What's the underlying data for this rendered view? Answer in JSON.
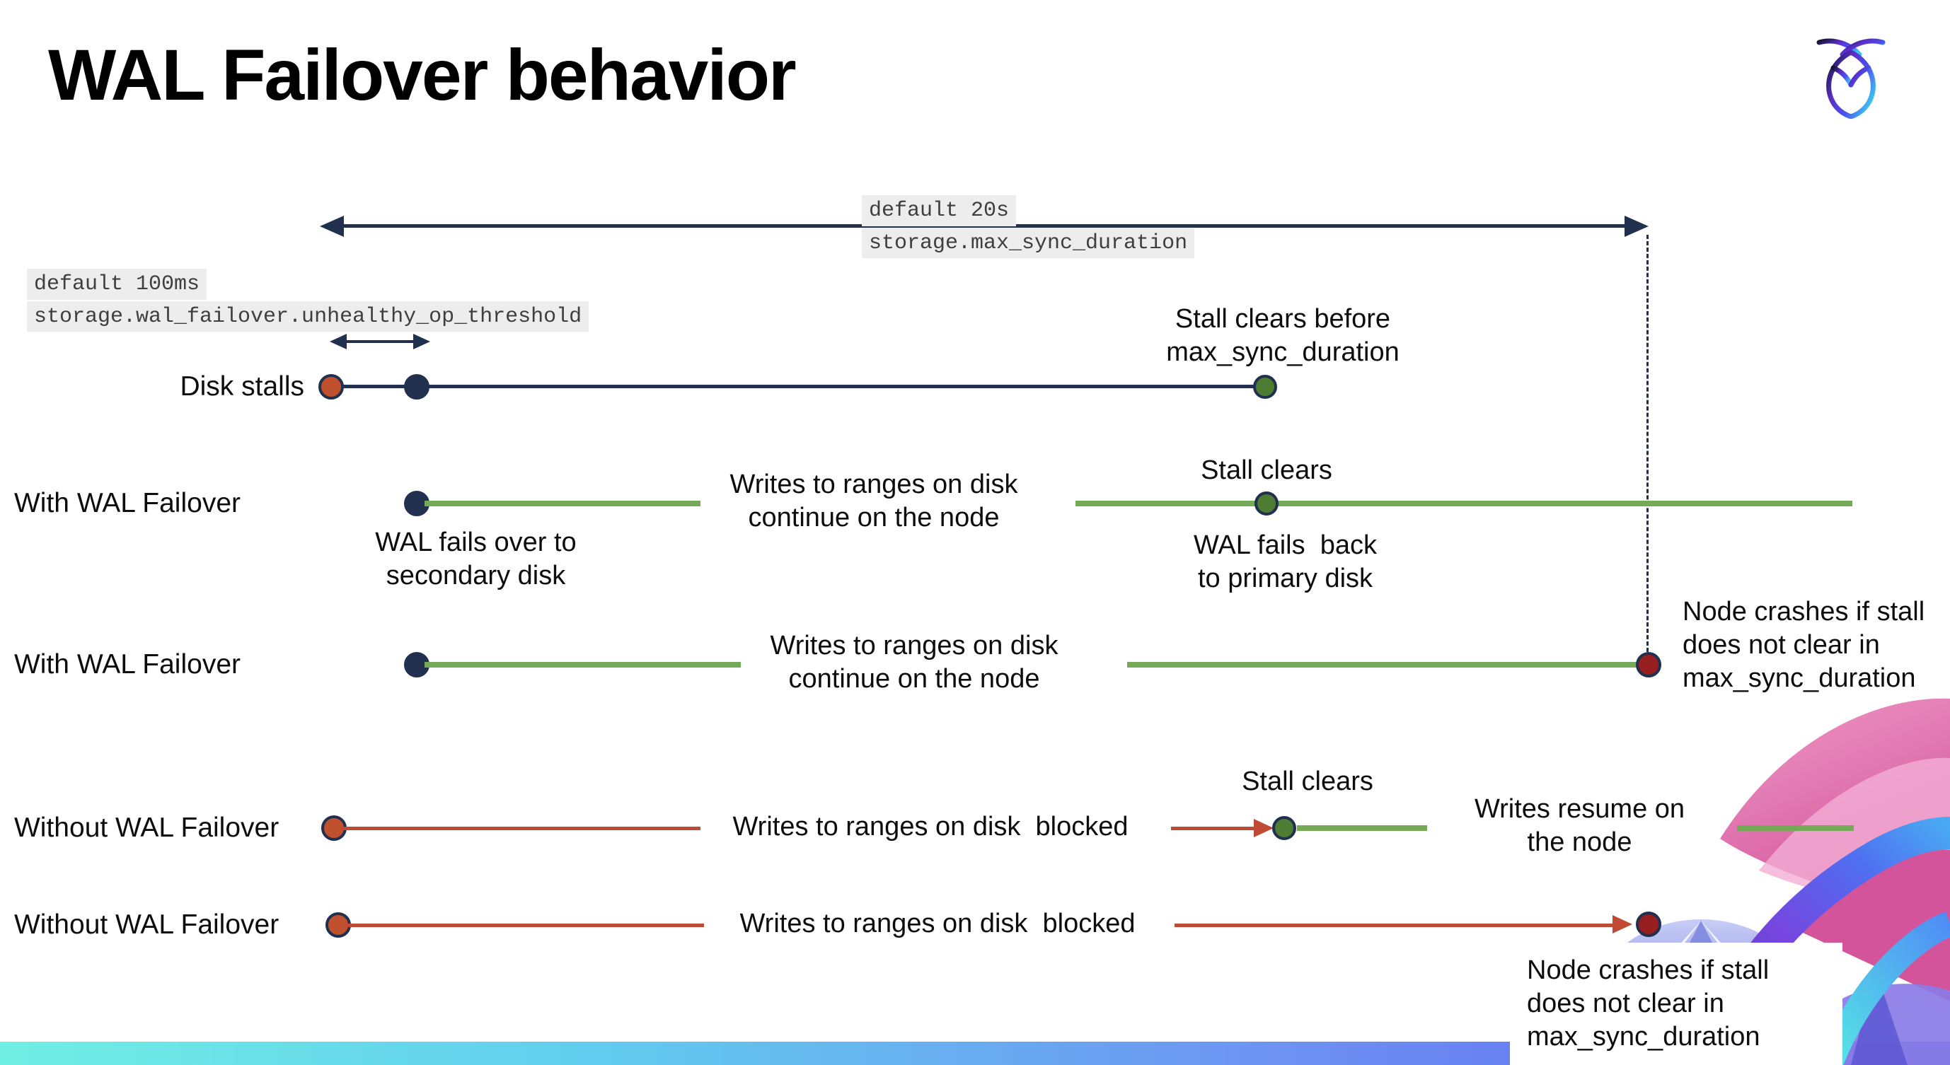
{
  "page": {
    "title": "WAL Failover behavior"
  },
  "icons": {
    "logo": "cockroachdb-mark",
    "artwork": "cockroach-abstract-art"
  },
  "colors": {
    "navy": "#20304e",
    "green_line": "#74a957",
    "green_dot": "#4e7c33",
    "red_line": "#c04a33",
    "red_dot": "#c0512f",
    "dark_red_dot": "#981f1f",
    "label_bg": "#ededed",
    "mono_text": "#3f3f3f",
    "bar_gradient_left": "#70efe4",
    "bar_gradient_right": "#5f63f2"
  },
  "callouts": {
    "max_sync": {
      "default_line": "default 20s",
      "setting_line": "storage.max_sync_duration"
    },
    "unhealthy_op": {
      "default_line": "default 100ms",
      "setting_line": "storage.wal_failover.unhealthy_op_threshold"
    }
  },
  "rows": {
    "disk_stalls": {
      "label": "Disk stalls",
      "stall_clears": "Stall clears before\nmax_sync_duration"
    },
    "with_wal_failover_1": {
      "label": "With WAL Failover",
      "failover": "WAL fails over to\nsecondary disk",
      "writes": "Writes to ranges on disk\ncontinue on the node",
      "stall_clears": "Stall clears",
      "failback": "WAL fails  back\nto primary disk"
    },
    "with_wal_failover_2": {
      "label": "With WAL Failover",
      "writes": "Writes to ranges on disk\ncontinue on the node",
      "crash": "Node crashes if stall\ndoes not clear in\nmax_sync_duration"
    },
    "without_wal_failover_1": {
      "label": "Without WAL Failover",
      "writes": "Writes to ranges on disk  blocked",
      "stall_clears": "Stall clears",
      "resume": "Writes resume on\nthe node"
    },
    "without_wal_failover_2": {
      "label": "Without WAL Failover",
      "writes": "Writes to ranges on disk  blocked",
      "crash": "Node crashes if stall\ndoes not clear in\nmax_sync_duration"
    }
  }
}
